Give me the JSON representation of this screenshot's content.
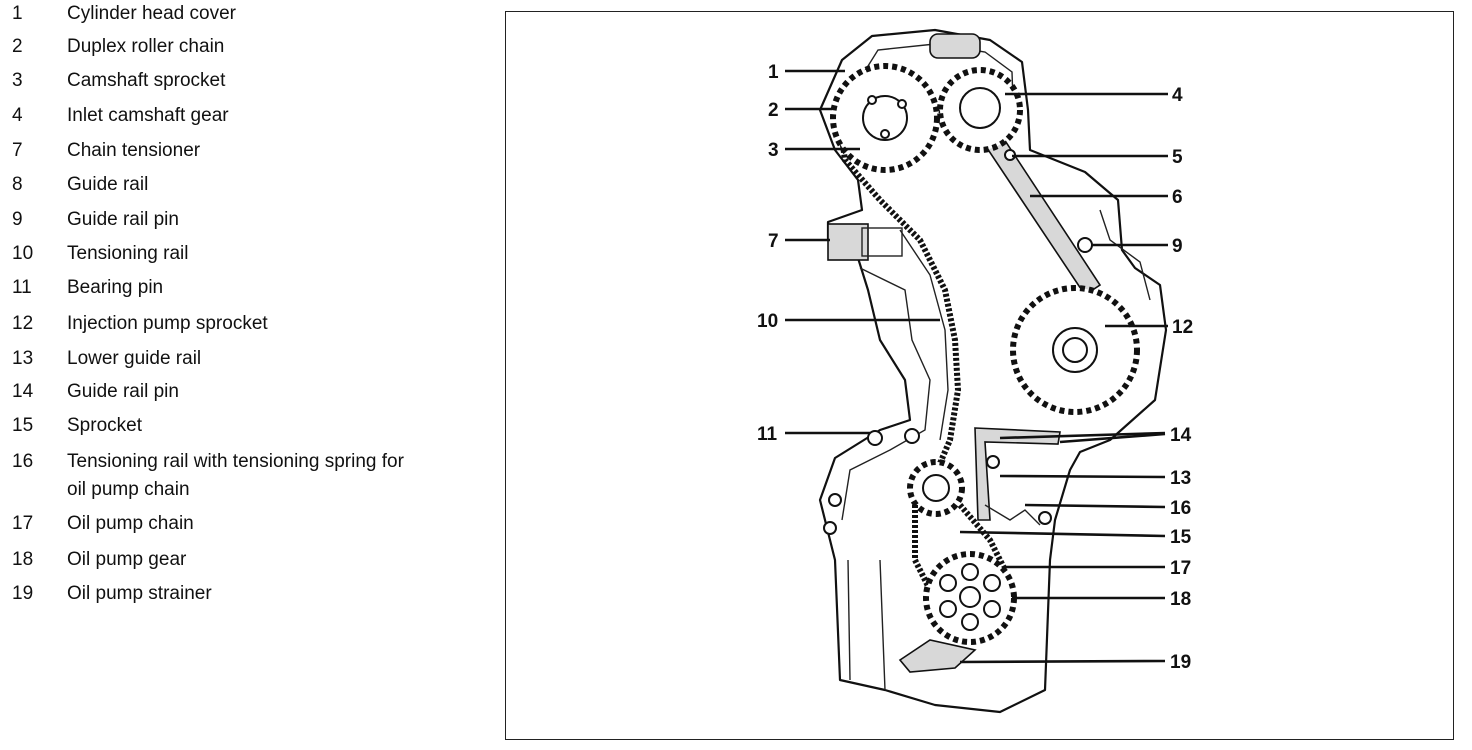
{
  "legend": [
    {
      "num": "1",
      "text": "Cylinder head cover"
    },
    {
      "num": "2",
      "text": "Duplex roller chain"
    },
    {
      "num": "3",
      "text": "Camshaft sprocket"
    },
    {
      "num": "4",
      "text": "Inlet camshaft gear"
    },
    {
      "num": "7",
      "text": "Chain tensioner"
    },
    {
      "num": "8",
      "text": "Guide rail"
    },
    {
      "num": "9",
      "text": "Guide rail pin"
    },
    {
      "num": "10",
      "text": "Tensioning rail"
    },
    {
      "num": "11",
      "text": "Bearing pin"
    },
    {
      "num": "12",
      "text": "Injection pump sprocket"
    },
    {
      "num": "13",
      "text": "Lower guide rail"
    },
    {
      "num": "14",
      "text": "Guide rail pin"
    },
    {
      "num": "15",
      "text": "Sprocket"
    },
    {
      "num": "16",
      "text": "Tensioning rail with tensioning spring for",
      "text2": "oil pump chain"
    },
    {
      "num": "17",
      "text": "Oil pump chain"
    },
    {
      "num": "18",
      "text": "Oil pump gear"
    },
    {
      "num": "19",
      "text": "Oil pump strainer"
    }
  ],
  "callouts": {
    "c1": "1",
    "c2": "2",
    "c3": "3",
    "c4": "4",
    "c5": "5",
    "c6": "6",
    "c7": "7",
    "c9": "9",
    "c10": "10",
    "c11": "11",
    "c12": "12",
    "c13": "13",
    "c14": "14",
    "c15": "15",
    "c16": "16",
    "c17": "17",
    "c18": "18",
    "c19": "19"
  }
}
